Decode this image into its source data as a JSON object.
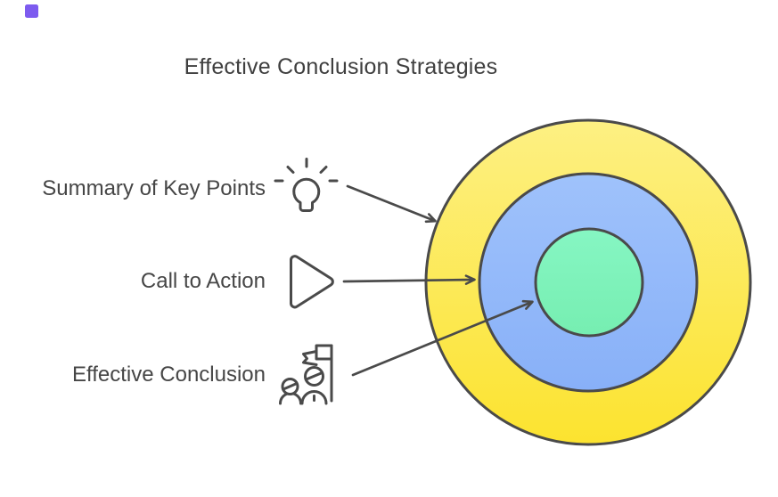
{
  "title": {
    "text": "Effective Conclusion Strategies"
  },
  "rows": [
    {
      "label": "Summary of Key Points",
      "icon": "lightbulb-icon"
    },
    {
      "label": "Call to Action",
      "icon": "play-triangle-icon"
    },
    {
      "label": "Effective Conclusion",
      "icon": "presenter-flag-icon"
    }
  ],
  "diagram": {
    "type": "concentric-circles",
    "outline_color": "#4a4a4a",
    "rings": [
      {
        "name": "Summary of Key Points",
        "position": "outer",
        "color_top": "#fdf083",
        "color_bottom": "#fce32f"
      },
      {
        "name": "Call to Action",
        "position": "middle",
        "color_top": "#9fc2fb",
        "color_bottom": "#88b0f8"
      },
      {
        "name": "Effective Conclusion",
        "position": "inner",
        "color_top": "#86f6c3",
        "color_bottom": "#76eeb1"
      }
    ]
  },
  "colors": {
    "background": "#ffffff",
    "title_text": "#3f3f3f",
    "label_text": "#464646",
    "brand": "#7d5bef",
    "icon_fill_knockout": "#ffffff"
  }
}
